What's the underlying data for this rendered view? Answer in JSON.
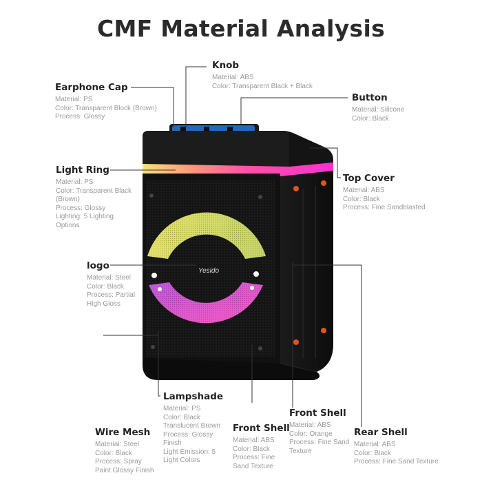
{
  "title": "CMF Material Analysis",
  "brand": "Yesido",
  "callouts": {
    "knob": {
      "name": "Knob",
      "lines": [
        "Material: ABS",
        "Color: Transparent Black + Black"
      ]
    },
    "earphone_cap": {
      "name": "Earphone Cap",
      "lines": [
        "Material: PS",
        "Color: Transparent Block (Brown)",
        "Process: Glossy"
      ]
    },
    "button": {
      "name": "Button",
      "lines": [
        "Material: Silicone",
        "Color: Black"
      ]
    },
    "light_ring": {
      "name": "Light Ring",
      "lines": [
        "Material: PS",
        "Color: Transparent Black",
        "(Brown)",
        "Process: Glossy",
        "Lighting: 5 Lighting",
        "Options"
      ]
    },
    "top_cover": {
      "name": "Top Cover",
      "lines": [
        "Material: ABS",
        "Color: Black",
        "Process: Fine Sandblasted"
      ]
    },
    "logo": {
      "name": "logo",
      "lines": [
        "Material: Steel",
        "Color: Black",
        "Process: Partial",
        "High Gloss"
      ]
    },
    "lampshade": {
      "name": "Lampshade",
      "lines": [
        "Material: PS",
        "Color: Black",
        "Translucent Brown",
        "Process: Glossy",
        "Finish",
        "Light Emission: 5",
        "Light Colors"
      ]
    },
    "front_shell_orange": {
      "name": "Front Shell",
      "lines": [
        "Material: ABS",
        "Color: Orange",
        "Process: Fine Sand",
        "Texture"
      ]
    },
    "wire_mesh": {
      "name": "Wire Mesh",
      "lines": [
        "Material: Steel",
        "Color: Black",
        "Process: Spray",
        "Paint Glossy Finish"
      ]
    },
    "front_shell_black": {
      "name": "Front Shell",
      "lines": [
        "Material: ABS",
        "Color: Black",
        "Process: Fine",
        "Sand Texture"
      ]
    },
    "rear_shell": {
      "name": "Rear Shell",
      "lines": [
        "Material: ABS",
        "Color: Black",
        "Process: Fine Sand Texture"
      ]
    }
  }
}
